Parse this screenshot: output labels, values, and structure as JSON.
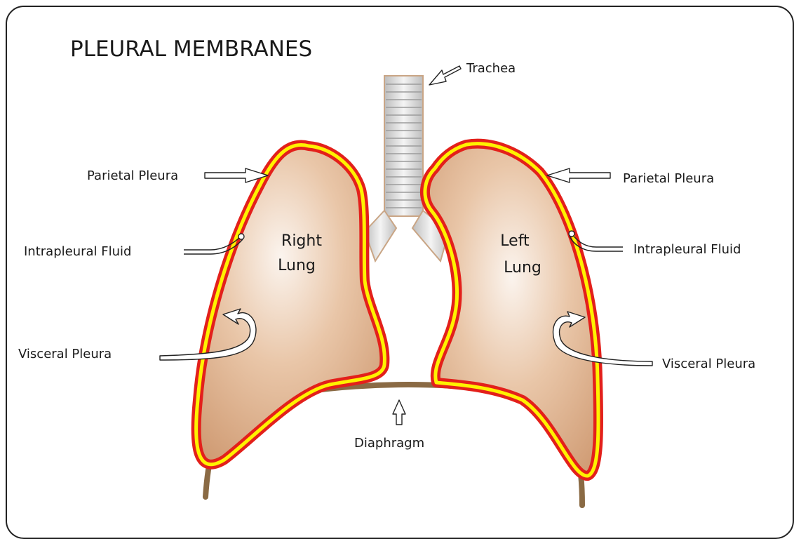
{
  "title": "PLEURAL MEMBRANES",
  "labels": {
    "trachea": "Trachea",
    "parietal_right": "Parietal Pleura",
    "parietal_left": "Parietal Pleura",
    "intrapleural_right": "Intrapleural Fluid",
    "intrapleural_left": "Intrapleural Fluid",
    "visceral_right": "Visceral Pleura",
    "visceral_left": "Visceral Pleura",
    "diaphragm": "Diaphragm"
  },
  "lungs": {
    "right_line1": "Right",
    "right_line2": "Lung",
    "left_line1": "Left",
    "left_line2": "Lung"
  },
  "colors": {
    "parietal_pleura": "#e3201b",
    "intrapleural_fluid": "#fff200",
    "lung_tissue": "#d9a47c",
    "diaphragm": "#8a6a44",
    "trachea_ring": "#c8c8c8"
  }
}
